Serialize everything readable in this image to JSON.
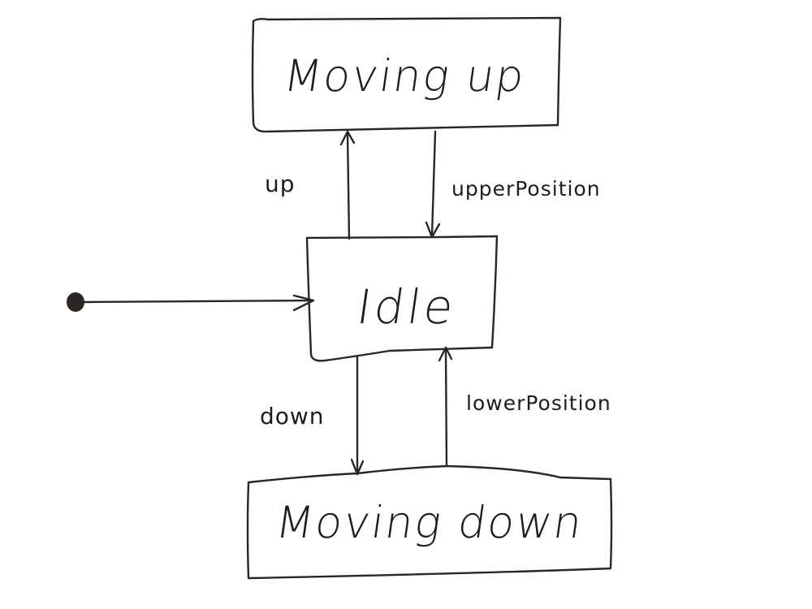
{
  "diagram": {
    "type": "state-machine",
    "style": "hand-drawn on whiteboard",
    "colors": {
      "background": "#ffffff",
      "ink": "#2a2622"
    },
    "initial_state": {
      "icon": "filled-circle-icon",
      "target": "Idle"
    },
    "states": {
      "moving_up": {
        "label": "Moving up"
      },
      "idle": {
        "label": "Idle"
      },
      "moving_down": {
        "label": "Moving down"
      }
    },
    "transitions": {
      "up": {
        "label": "up",
        "from": "Idle",
        "to": "Moving up"
      },
      "upper_position": {
        "label": "upperPosition",
        "from": "Moving up",
        "to": "Idle"
      },
      "down": {
        "label": "down",
        "from": "Idle",
        "to": "Moving down"
      },
      "lower_position": {
        "label": "lowerPosition",
        "from": "Moving down",
        "to": "Idle"
      }
    }
  }
}
